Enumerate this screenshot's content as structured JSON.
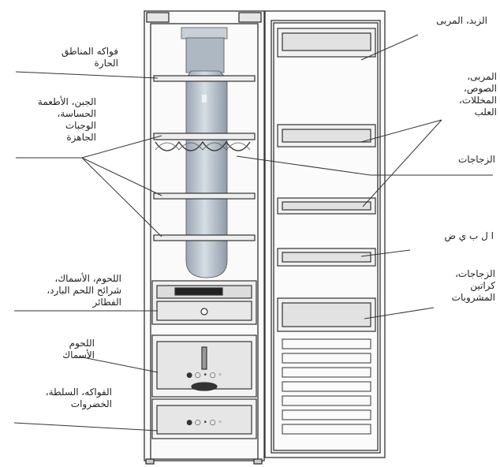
{
  "labels": {
    "warm_fruit": "فواكه المناطق\nالحارة",
    "cheese": "الجبن، الأطعمة\nالحساسة،\nالوجبات\nالجاهزة",
    "meat_cold": "اللحوم، الأسماك،\nشرائح اللحم البارد،\nالفطائر",
    "meat_fish": "اللحوم\nالأسماك",
    "veg": "الفواكه، السلطة،\nالخضروات",
    "butter_jam": "الزبد، المربى",
    "jam_sauce": "المربى،\nالصوص،\nالمخللات،\nالعلب",
    "jars": "الزجاجات",
    "eggs": "ا ل ب ي ض",
    "bottles": "الزجاجات،\nكراتين\nالمشروبات"
  },
  "colors": {
    "line": "#333333",
    "interior": "#f2f2f2",
    "tube": "#b8c2cc"
  }
}
